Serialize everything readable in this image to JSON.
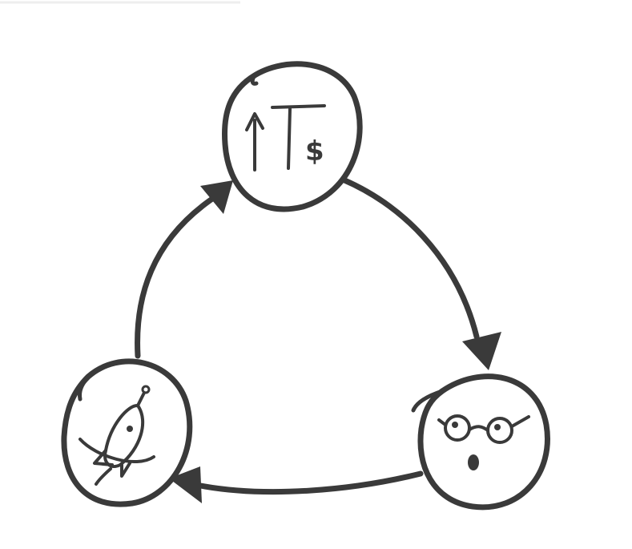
{
  "diagram": {
    "type": "cycle",
    "nodes": [
      {
        "id": "top",
        "icon": "up-arrow-T-dollar-icon",
        "label": "$"
      },
      {
        "id": "right",
        "icon": "surprised-face-with-glasses-icon"
      },
      {
        "id": "left",
        "icon": "rocket-icon"
      }
    ],
    "edges": [
      {
        "from": "top",
        "to": "right"
      },
      {
        "from": "right",
        "to": "left"
      },
      {
        "from": "left",
        "to": "top"
      }
    ]
  },
  "colors": {
    "ink": "#3a3a3a",
    "background": "#ffffff"
  }
}
